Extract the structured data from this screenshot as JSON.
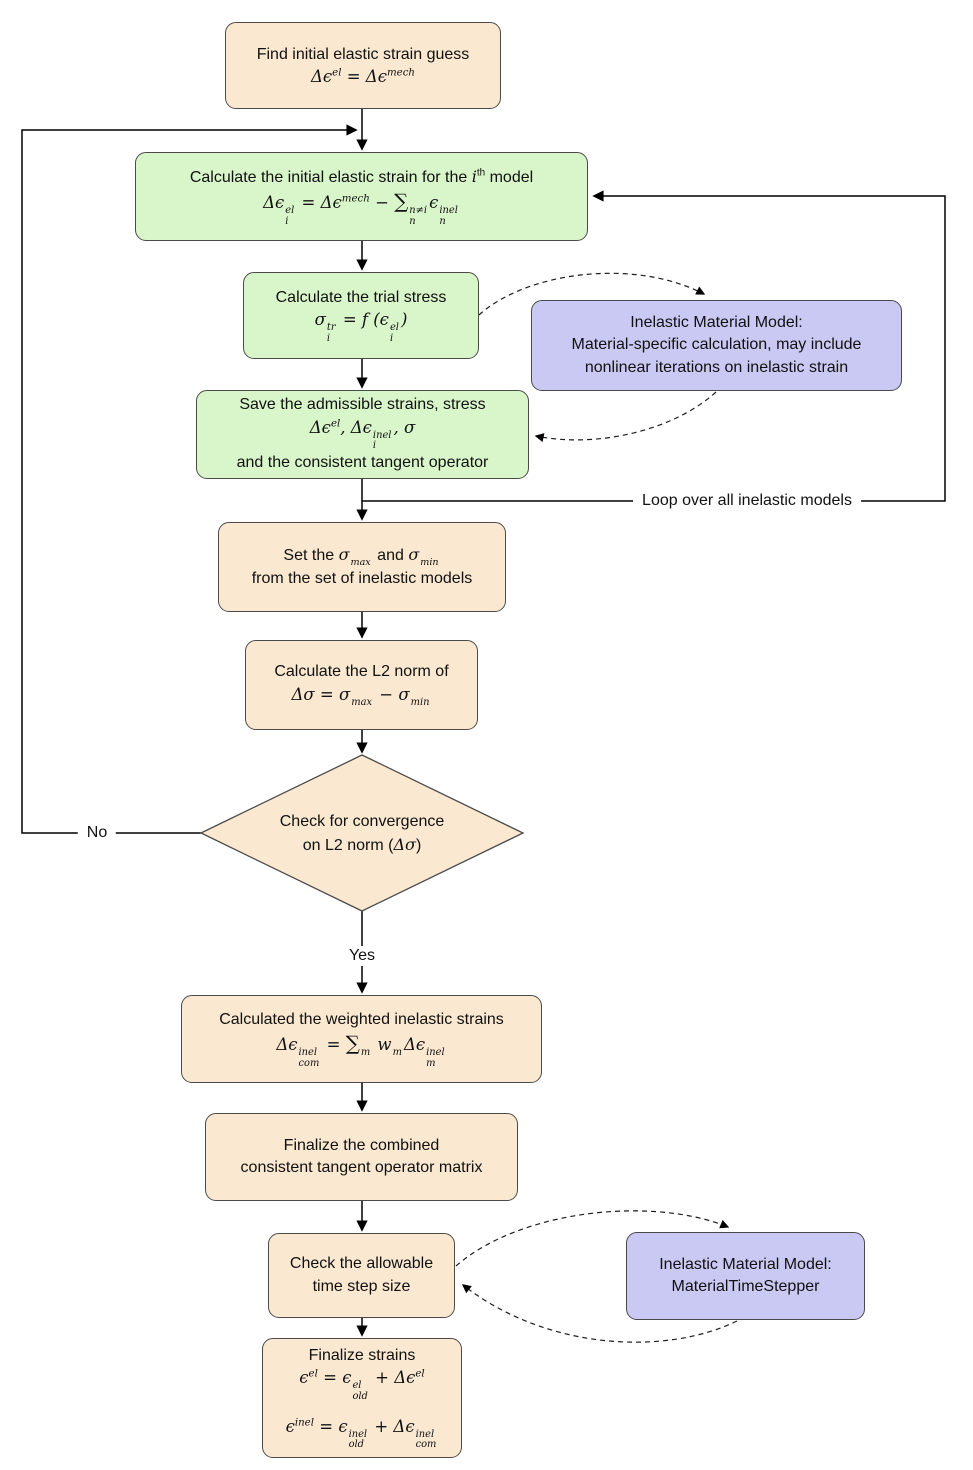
{
  "colors": {
    "tan": "#fae8d1",
    "green": "#d9f6ca",
    "purple": "#c9c9f4",
    "border": "#4a4a4a",
    "line": "#000000"
  },
  "nodes": {
    "find_initial": {
      "title": "Find initial elastic strain guess",
      "formula": "Δϵ<sup>el</sup> = Δϵ<sup>mech</sup>"
    },
    "calc_initial": {
      "title": "Calculate the initial elastic strain for the <span class='m'>i</span><sup>th</sup> model",
      "formula": "Δϵ<span class='ss'><span class='t'>el</span><span class='b'>i</span></span> = Δϵ<sup>mech</sup> − <span class='sum'>∑</span><span class='ss'><span class='t'>n≠i</span><span class='b'>n</span></span>ϵ<span class='ss'><span class='t'>inel</span><span class='b'>n</span></span>"
    },
    "trial_stress": {
      "title": "Calculate the trial stress",
      "formula": "σ<span class='ss'><span class='t'>tr</span><span class='b'>i</span></span> = f (ϵ<span class='ss'><span class='t'>el</span><span class='b'>i</span></span>)"
    },
    "inelastic_iter": {
      "line1": "Inelastic Material Model:",
      "line2": "Material-specific calculation, may include",
      "line3": "nonlinear iterations on inelastic strain"
    },
    "save_strains": {
      "line1": "Save the admissible strains, stress",
      "formula": "Δϵ<sup>el</sup>, Δϵ<span class='ss'><span class='t'>inel</span><span class='b'>i</span></span>, σ",
      "line3": "and the consistent tangent operator"
    },
    "set_sigma": {
      "line1": "Set the <span class='m'>σ<span class='ss'><span class='b'>max</span></span></span> and <span class='m'>σ<span class='ss'><span class='b'>min</span></span></span>",
      "line2": "from the set of inelastic models"
    },
    "l2_norm": {
      "line1": "Calculate the L2 norm of",
      "formula": "Δσ = σ<span class='ss'><span class='b'>max</span></span> − σ<span class='ss'><span class='b'>min</span></span>"
    },
    "convergence": {
      "line1": "Check for convergence",
      "line2": "on L2 norm (<span class='m'>Δσ</span>)"
    },
    "weighted": {
      "line1": "Calculated the weighted inelastic strains",
      "formula": "Δϵ<span class='ss'><span class='t'>inel</span><span class='b'>com</span></span> = <span class='sum'>∑</span><span class='ss'><span class='b'>m</span></span> w<span class='ss'><span class='b'>m</span></span>Δϵ<span class='ss'><span class='t'>inel</span><span class='b'>m</span></span>"
    },
    "finalize_tangent": {
      "line1": "Finalize the combined",
      "line2": "consistent tangent operator matrix"
    },
    "time_step": {
      "line1": "Check the allowable",
      "line2": "time step size"
    },
    "time_stepper": {
      "line1": "Inelastic Material Model:",
      "line2": "MaterialTimeStepper"
    },
    "finalize_strains": {
      "line1": "Finalize strains",
      "formula1": "ϵ<sup>el</sup> = ϵ<span class='ss'><span class='t'>el</span><span class='b'>old</span></span> + Δϵ<sup>el</sup>",
      "formula2": "ϵ<sup>inel</sup> = ϵ<span class='ss'><span class='t'>inel</span><span class='b'>old</span></span> + Δϵ<span class='ss'><span class='t'>inel</span><span class='b'>com</span></span>"
    }
  },
  "labels": {
    "loop": "Loop over all inelastic models",
    "no": "No",
    "yes": "Yes"
  }
}
